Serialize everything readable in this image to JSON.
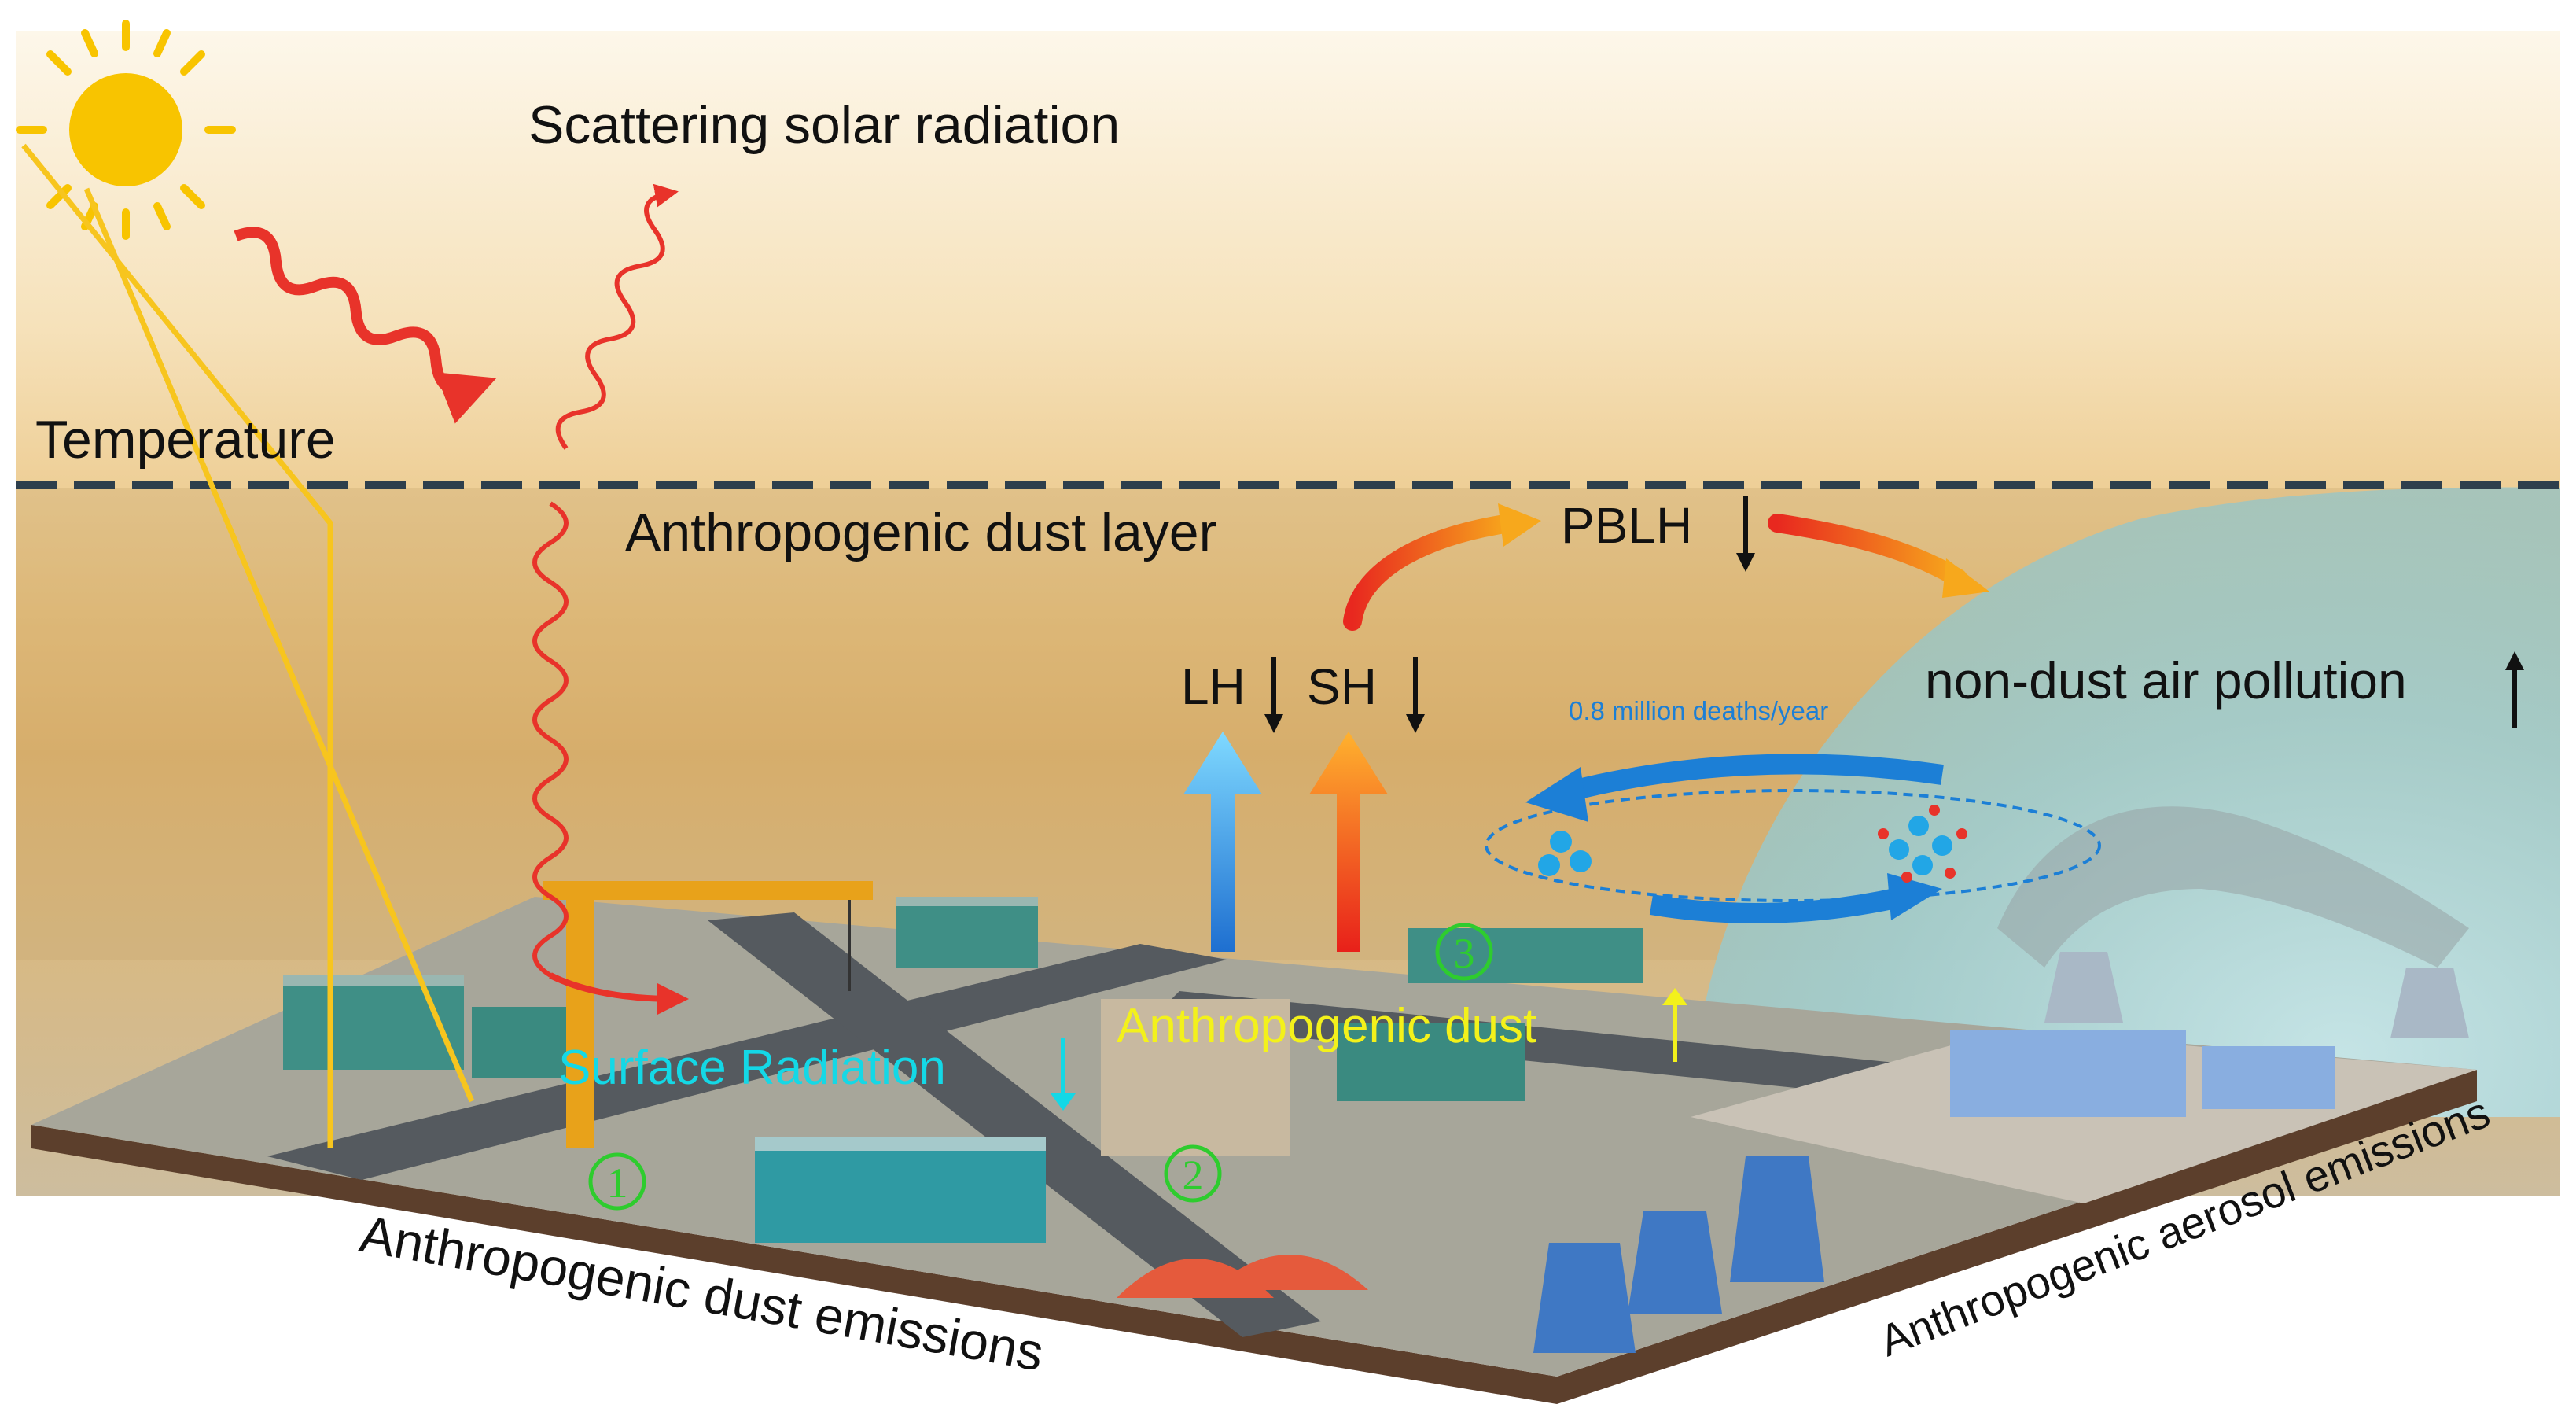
{
  "labels": {
    "scattering": "Scattering solar radiation",
    "temperature": "Temperature",
    "dust_layer": "Anthropogenic dust layer",
    "pblh": "PBLH",
    "lh": "LH",
    "sh": "SH",
    "non_dust": "non-dust air pollution",
    "deaths": "0.8 million deaths/year",
    "surface_radiation": "Surface Radiation",
    "anthro_dust": "Anthropogenic dust",
    "dust_emissions": "Anthropogenic dust emissions",
    "aerosol_emissions": "Anthropogenic aerosol emissions"
  },
  "markers": {
    "m1": "1",
    "m2": "2",
    "m3": "3"
  },
  "colors": {
    "sky_top": "#fdf7ea",
    "sky_band": "#e2b76a",
    "dust_haze": "#c9a872",
    "pollution_dome": "#9fd0d6",
    "radiation": "#e8332a",
    "label_cyan": "#14d8e6",
    "label_yellow": "#f3f11b",
    "arrow_blue": "#1c7fd6",
    "marker_green": "#2ecc2e",
    "sun": "#f8c400",
    "ground": "#5c3f2c"
  }
}
